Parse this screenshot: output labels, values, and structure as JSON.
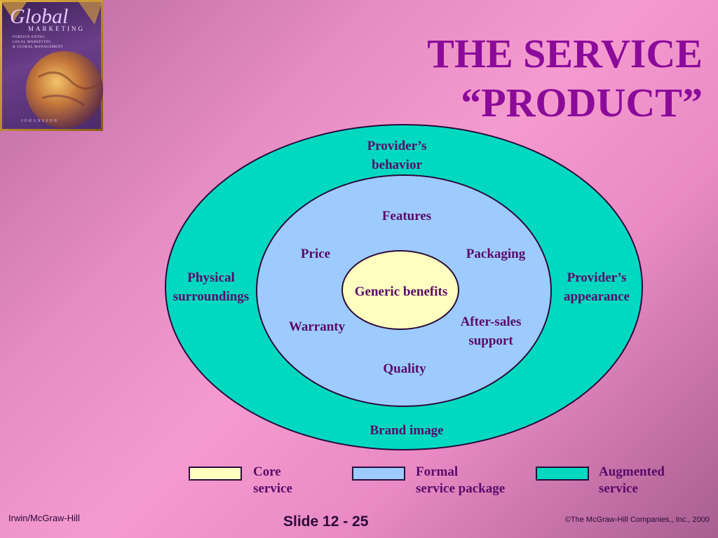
{
  "book": {
    "title": "Global",
    "subtitle": "MARKETING",
    "lines": [
      "FOREIGN ENTRY,",
      "LOCAL MARKETING",
      "& GLOBAL MANAGEMENT"
    ],
    "author": "JOHANSSON"
  },
  "slide": {
    "title_line1": "THE SERVICE",
    "title_line2": "“PRODUCT”"
  },
  "diagram": {
    "augmented": {
      "top_line1": "Provider’s",
      "top_line2": "behavior",
      "left_line1": "Physical",
      "left_line2": "surroundings",
      "right_line1": "Provider’s",
      "right_line2": "appearance",
      "bottom": "Brand image"
    },
    "formal": {
      "features": "Features",
      "price": "Price",
      "packaging": "Packaging",
      "warranty": "Warranty",
      "after_sales_line1": "After-sales",
      "after_sales_line2": "support",
      "quality": "Quality"
    },
    "core": {
      "label": "Generic benefits"
    }
  },
  "legend": {
    "core_line1": "Core",
    "core_line2": "service",
    "formal_line1": "Formal",
    "formal_line2": "service package",
    "augmented_line1": "Augmented",
    "augmented_line2": "service"
  },
  "colors": {
    "augmented": "#00d9c0",
    "formal": "#9ecbff",
    "core": "#ffffc0",
    "text": "#5a0a6a",
    "title": "#8b0a9a"
  },
  "footer": {
    "left": "Irwin/McGraw-Hill",
    "center": "Slide 12 - 25",
    "right": "©The McGraw-Hill Companies,, Inc., 2000"
  }
}
